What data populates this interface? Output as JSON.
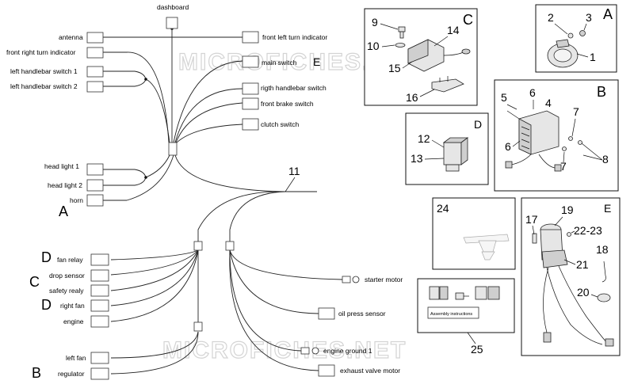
{
  "watermark": "MICROFICHES.NET",
  "wiring": {
    "dashboard": "dashboard",
    "antenna": "antenna",
    "front_right_turn_indicator": "front right turn indicator",
    "left_handlebar_switch_1": "left handlebar switch 1",
    "left_handlebar_switch_2": "left handlebar switch 2",
    "front_left_turn_indicator": "front left turn indicator",
    "main_switch": "main switch",
    "rigth_handlebar_switch": "rigth handlebar switch",
    "front_brake_switch": "front brake switch",
    "clutch_switch": "clutch switch",
    "head_light_1": "head light 1",
    "head_light_2": "head light 2",
    "horn": "horn",
    "fan_relay": "fan relay",
    "drop_sensor": "drop sensor",
    "safety_realy": "safety realy",
    "right_fan": "right fan",
    "engine": "engine",
    "left_fan": "left fan",
    "regulator": "regulator",
    "starter_motor": "starter motor",
    "oil_press_sensor": "oil press sensor",
    "engine_ground_1": "engine ground 1",
    "exhaust_valve_motor": "exhaust valve motor"
  },
  "letters": {
    "A": "A",
    "B": "B",
    "C": "C",
    "D": "D",
    "E": "E"
  },
  "callouts": {
    "n1": "1",
    "n2": "2",
    "n3": "3",
    "n4": "4",
    "n5": "5",
    "n6": "6",
    "n7": "7",
    "n8": "8",
    "n9": "9",
    "n10": "10",
    "n11": "11",
    "n12": "12",
    "n13": "13",
    "n14": "14",
    "n15": "15",
    "n16": "16",
    "n17": "17",
    "n18": "18",
    "n19": "19",
    "n20": "20",
    "n21": "21",
    "n22_23": "22-23",
    "n24": "24",
    "n25": "25"
  },
  "kit": {
    "assembly_instructions": "Assembly instructions"
  }
}
